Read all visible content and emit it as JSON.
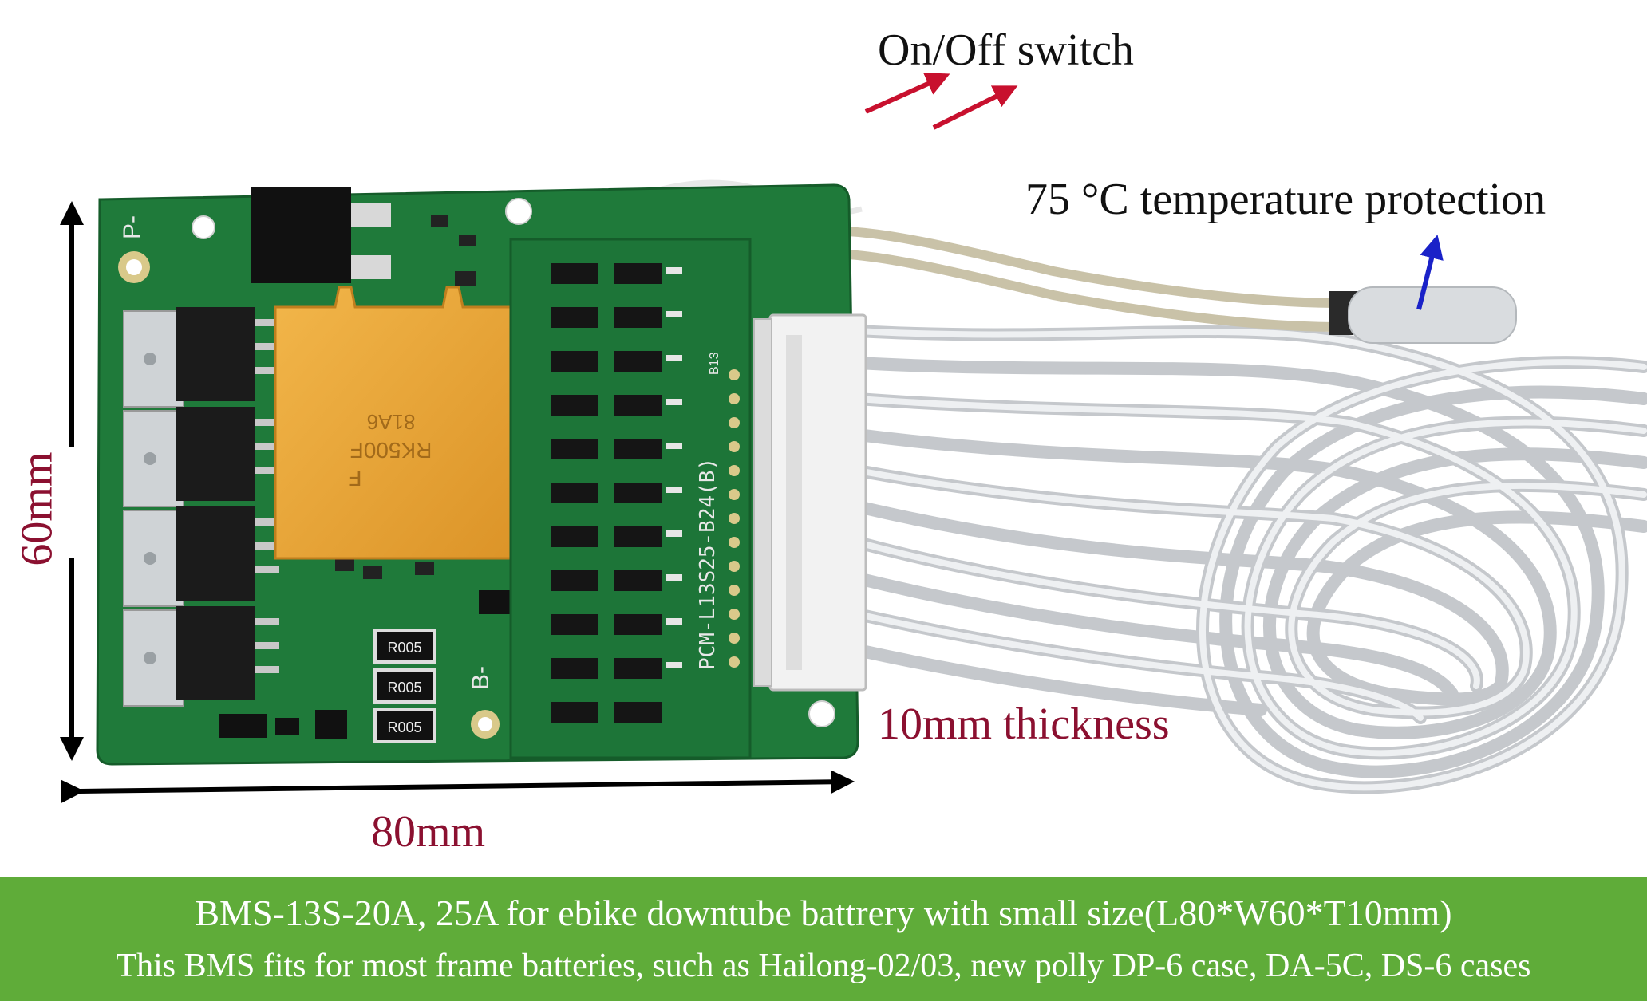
{
  "labels": {
    "switch": "On/Off switch",
    "temperature": "75 °C temperature protection",
    "height": "60mm",
    "width": "80mm",
    "thickness": "10mm thickness"
  },
  "board_print": {
    "model": "PCM-L13S25-B24(B)",
    "fuse_code": "RK500F",
    "fuse_sub": "81A6",
    "fuse_letter": "F",
    "resistor_1": "R005",
    "resistor_2": "R005",
    "resistor_3": "R005",
    "pin_top": "B13",
    "p_minus": "P-",
    "b_minus": "B-"
  },
  "banner": {
    "line1": "BMS-13S-20A, 25A for ebike downtube battrery with small size(L80*W60*T10mm)",
    "line2": "This BMS fits for most frame batteries, such as Hailong-02/03, new polly DP-6 case, DA-5C, DS-6 cases"
  },
  "colors": {
    "annotation_red": "#8b1030",
    "arrow_red": "#c8102e",
    "arrow_blue": "#1a22c8",
    "pcb_green": "#1f7a3a",
    "fuse_yellow": "#e9a83a",
    "banner_green": "#5fac39"
  }
}
